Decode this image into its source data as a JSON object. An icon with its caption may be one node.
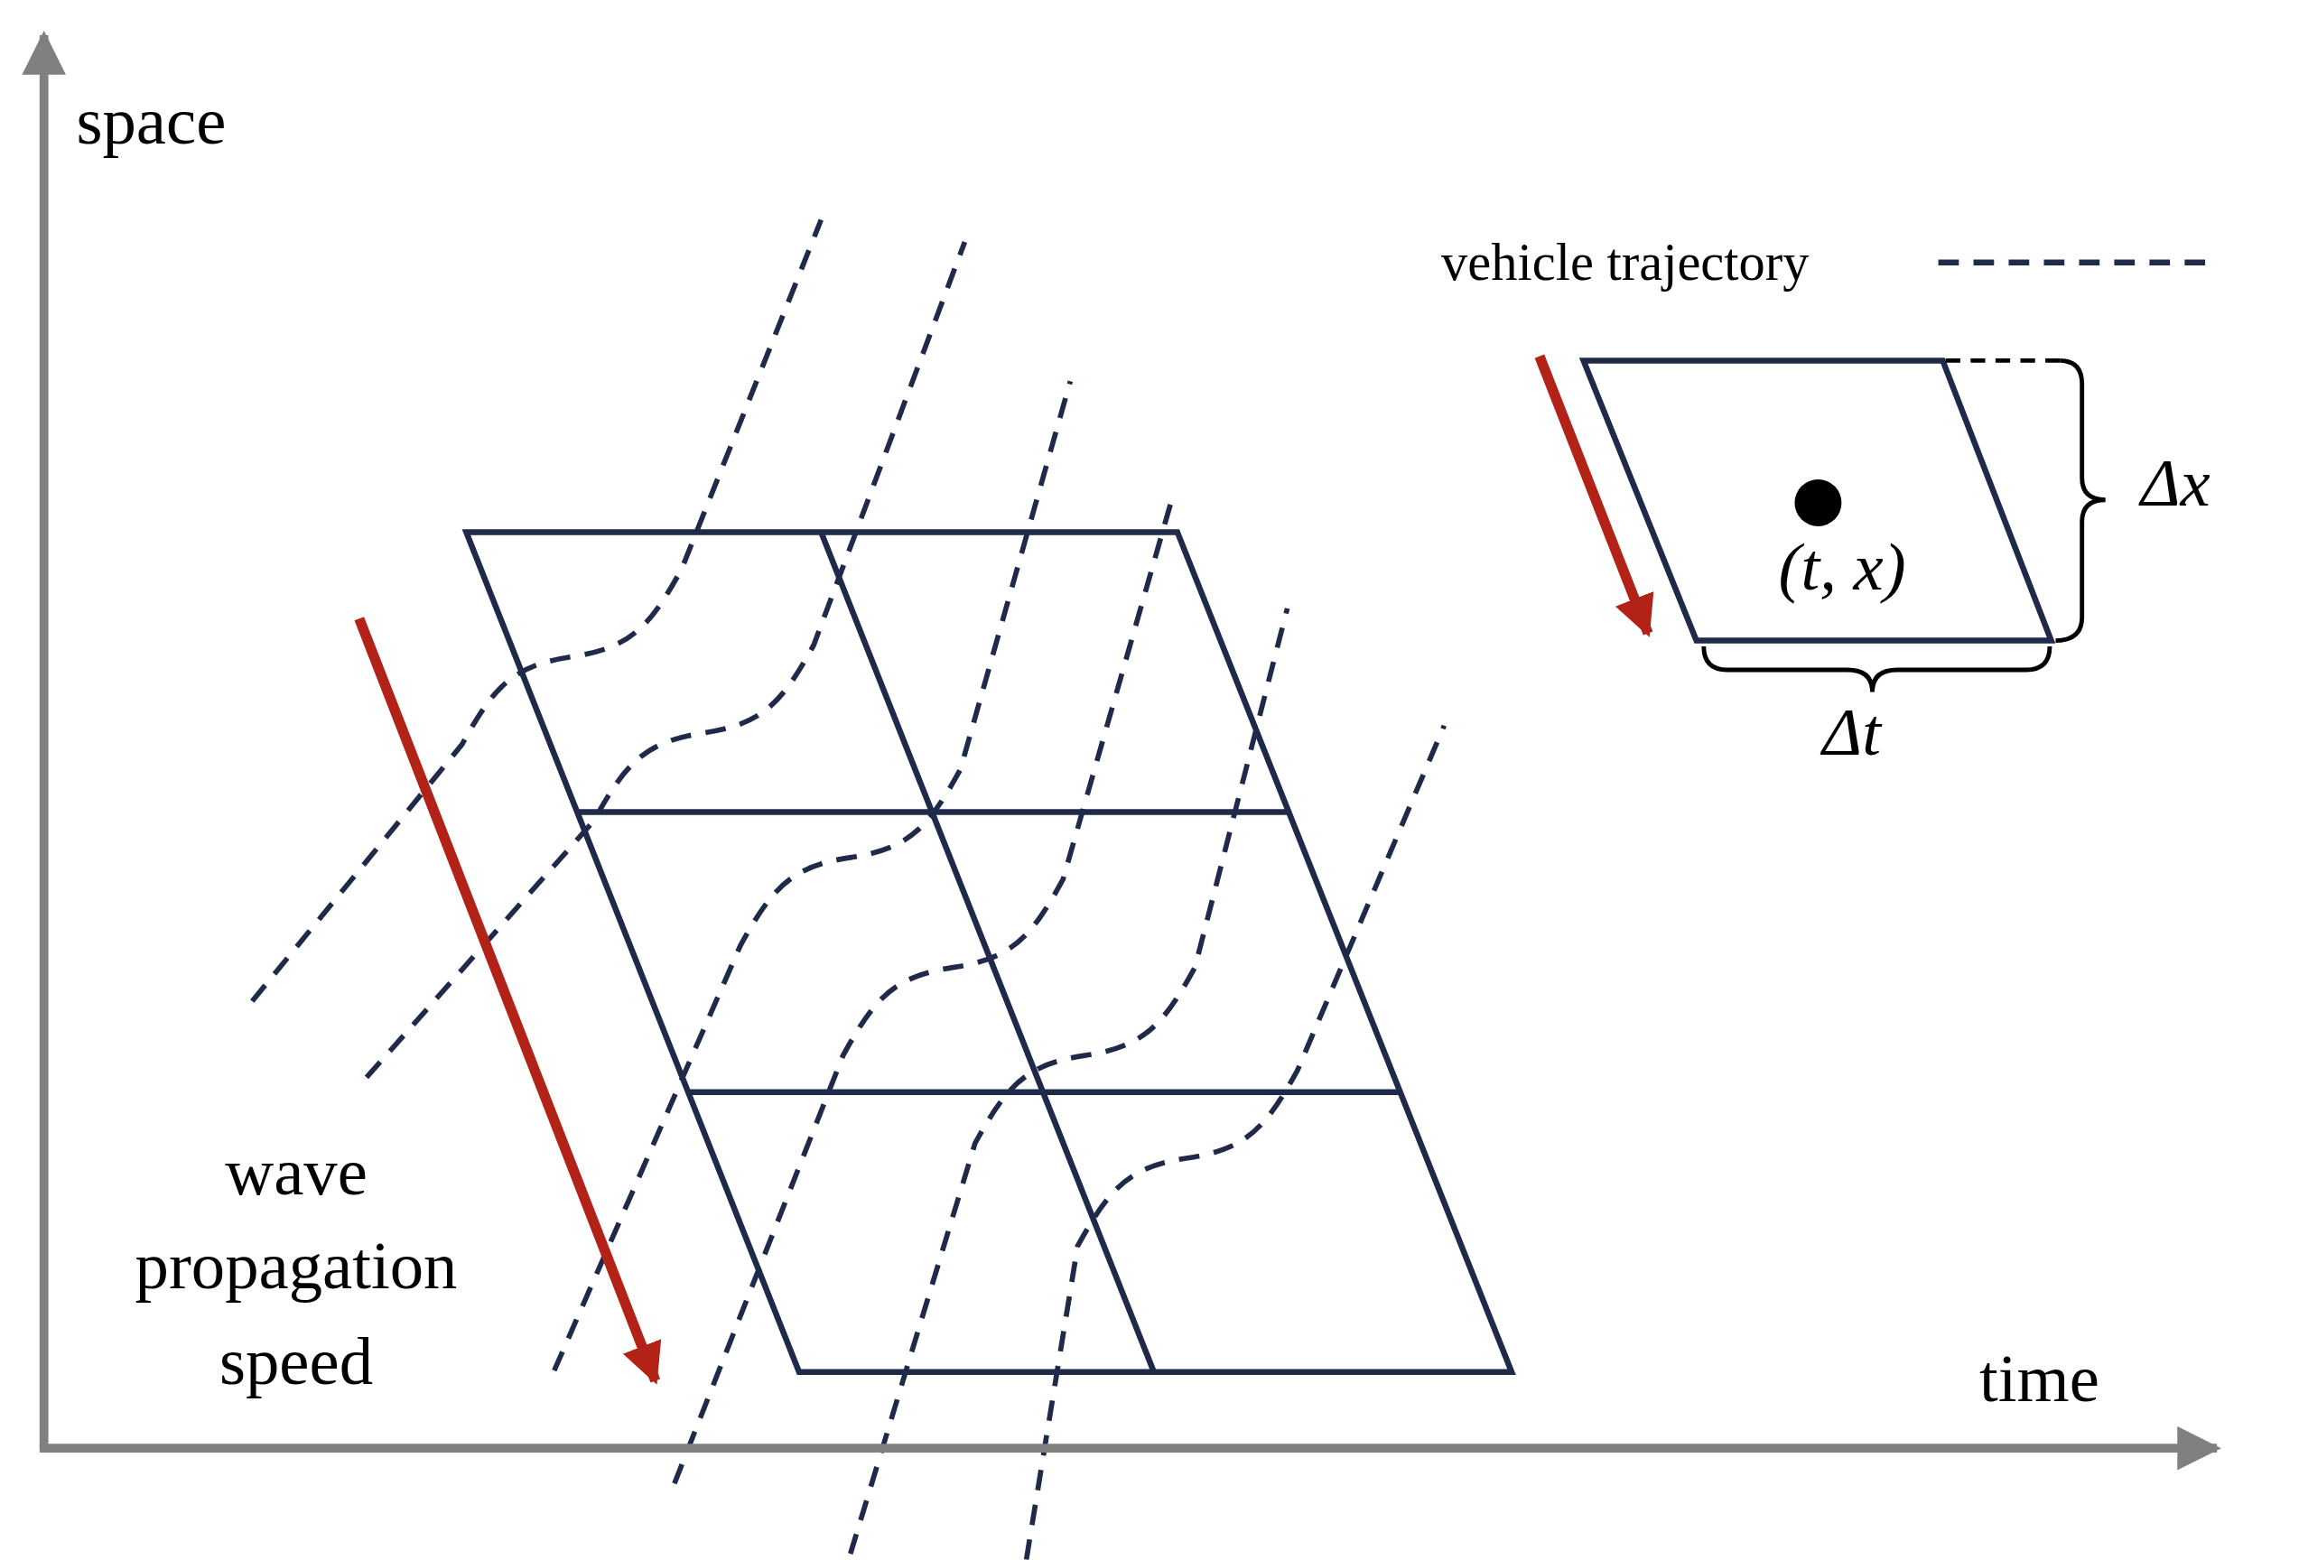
{
  "diagram": {
    "labels": [
      "space",
      "Δx",
      "(t, x)",
      "Δt",
      "wave propagation speed",
      "time"
    ],
    "legend": [
      {
        "text": "vehicle trajectory"
      }
    ]
  }
}
